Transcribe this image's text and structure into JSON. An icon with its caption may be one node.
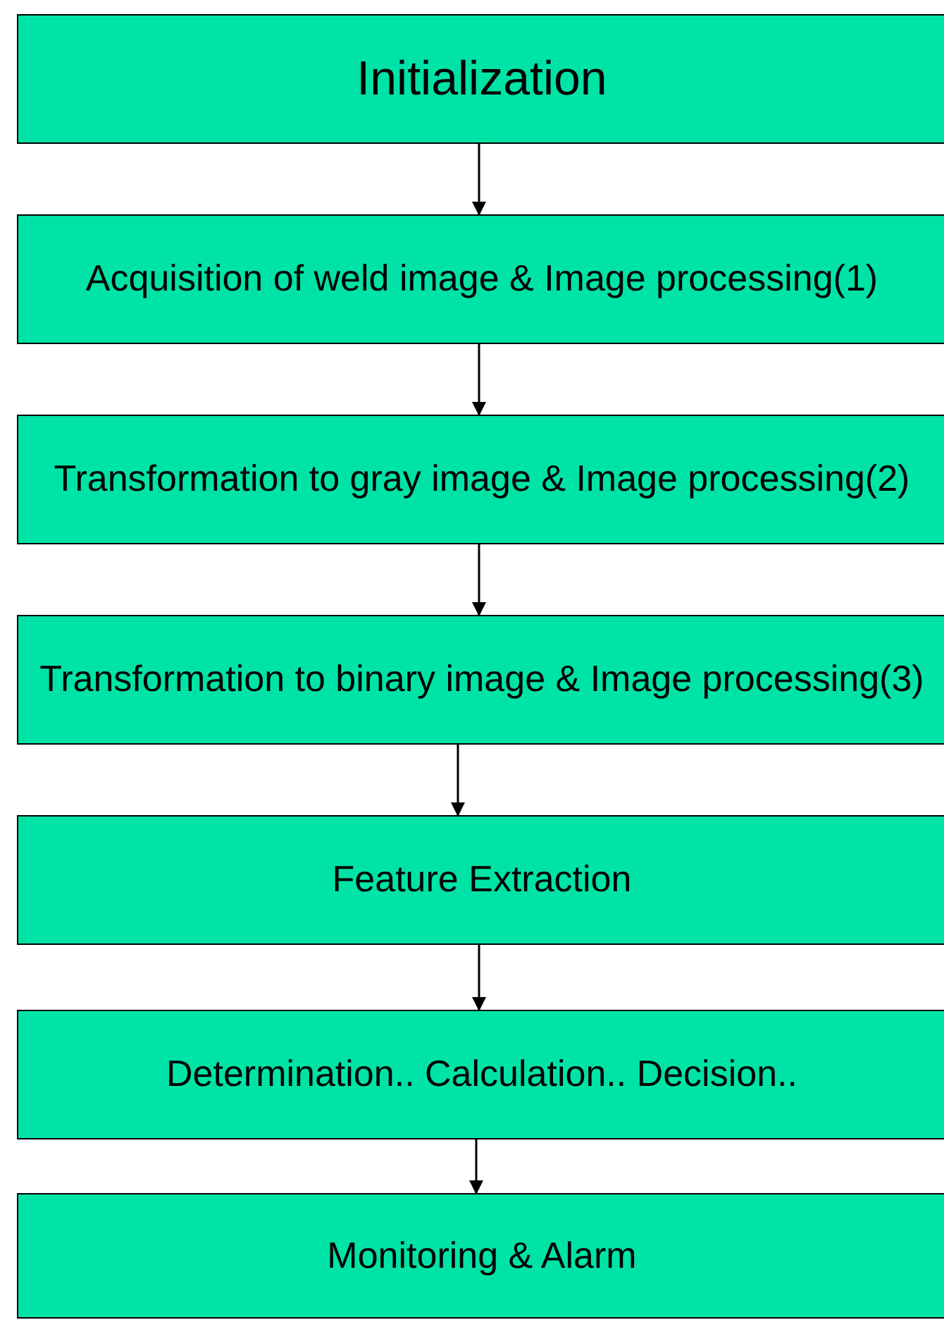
{
  "diagram": {
    "nodes": [
      {
        "text": [
          "Initialization"
        ]
      },
      {
        "text": [
          "Acquisition of weld image & Image processing(1)"
        ]
      },
      {
        "text": [
          "Transformation to gray image & Image processing(2)"
        ]
      },
      {
        "text": [
          "Transformation to binary image & Image processing(3)"
        ]
      },
      {
        "text": [
          "Feature Extraction"
        ]
      },
      {
        "text": [
          "Determination.. Calculation.. Decision.."
        ]
      },
      {
        "text": [
          "Monitoring & Alarm"
        ]
      }
    ],
    "edges": [
      {
        "from": 0,
        "to": 1,
        "arrow": "to"
      },
      {
        "from": 1,
        "to": 2,
        "arrow": "to"
      },
      {
        "from": 2,
        "to": 3,
        "arrow": "to"
      },
      {
        "from": 3,
        "to": 4,
        "arrow": "to"
      },
      {
        "from": 4,
        "to": 5,
        "arrow": "to"
      },
      {
        "from": 5,
        "to": 6,
        "arrow": "to"
      }
    ]
  }
}
